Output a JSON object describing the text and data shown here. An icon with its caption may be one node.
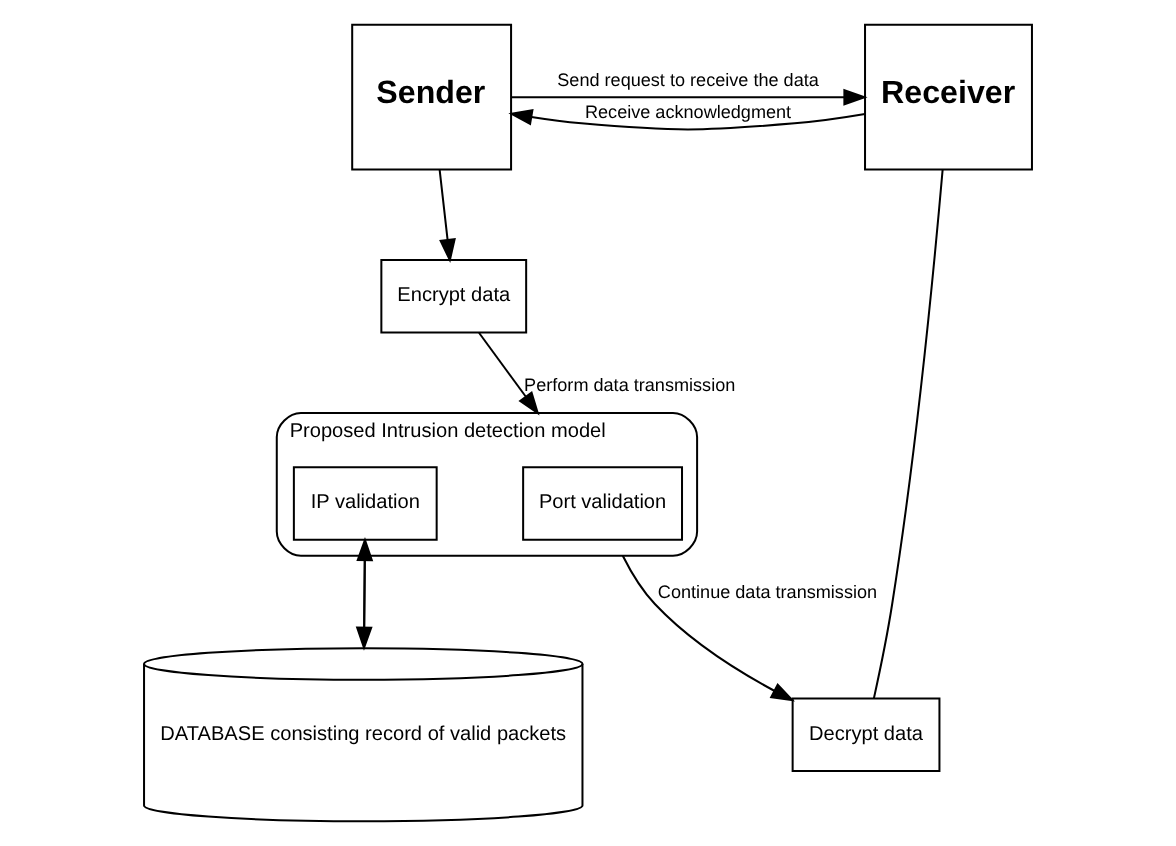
{
  "diagram": {
    "nodes": [
      {
        "text": [
          "Sender"
        ]
      },
      {
        "text": [
          "Receiver"
        ]
      },
      {
        "text": [
          "Encrypt data"
        ]
      },
      {
        "text": [
          "Proposed Intrusion detection model"
        ]
      },
      {
        "text": [
          "Port validation"
        ],
        "in": 3
      },
      {
        "text": [
          "IP validation"
        ],
        "in": 3
      },
      {
        "text": [
          "Decrypt data"
        ]
      },
      {
        "text": [
          "DATABASE consisting record of valid packets"
        ]
      }
    ],
    "edges": [
      {
        "from": 0,
        "to": 1,
        "arrow": "to",
        "label": "Send request to receive the data"
      },
      {
        "from": 1,
        "to": 0,
        "arrow": "to",
        "label": "Receive acknowledgment"
      },
      {
        "from": 0,
        "to": 2,
        "arrow": "to"
      },
      {
        "from": 2,
        "to": 3,
        "arrow": "to",
        "label": "Perform data transmission"
      },
      {
        "from": 3,
        "to": 6,
        "arrow": "to",
        "label": "Continue data transmission"
      },
      {
        "from": 1,
        "to": 6,
        "arrow": "none"
      },
      {
        "from": 5,
        "to": 7,
        "arrow": "to"
      },
      {
        "from": 7,
        "to": 5,
        "arrow": "to"
      }
    ]
  }
}
